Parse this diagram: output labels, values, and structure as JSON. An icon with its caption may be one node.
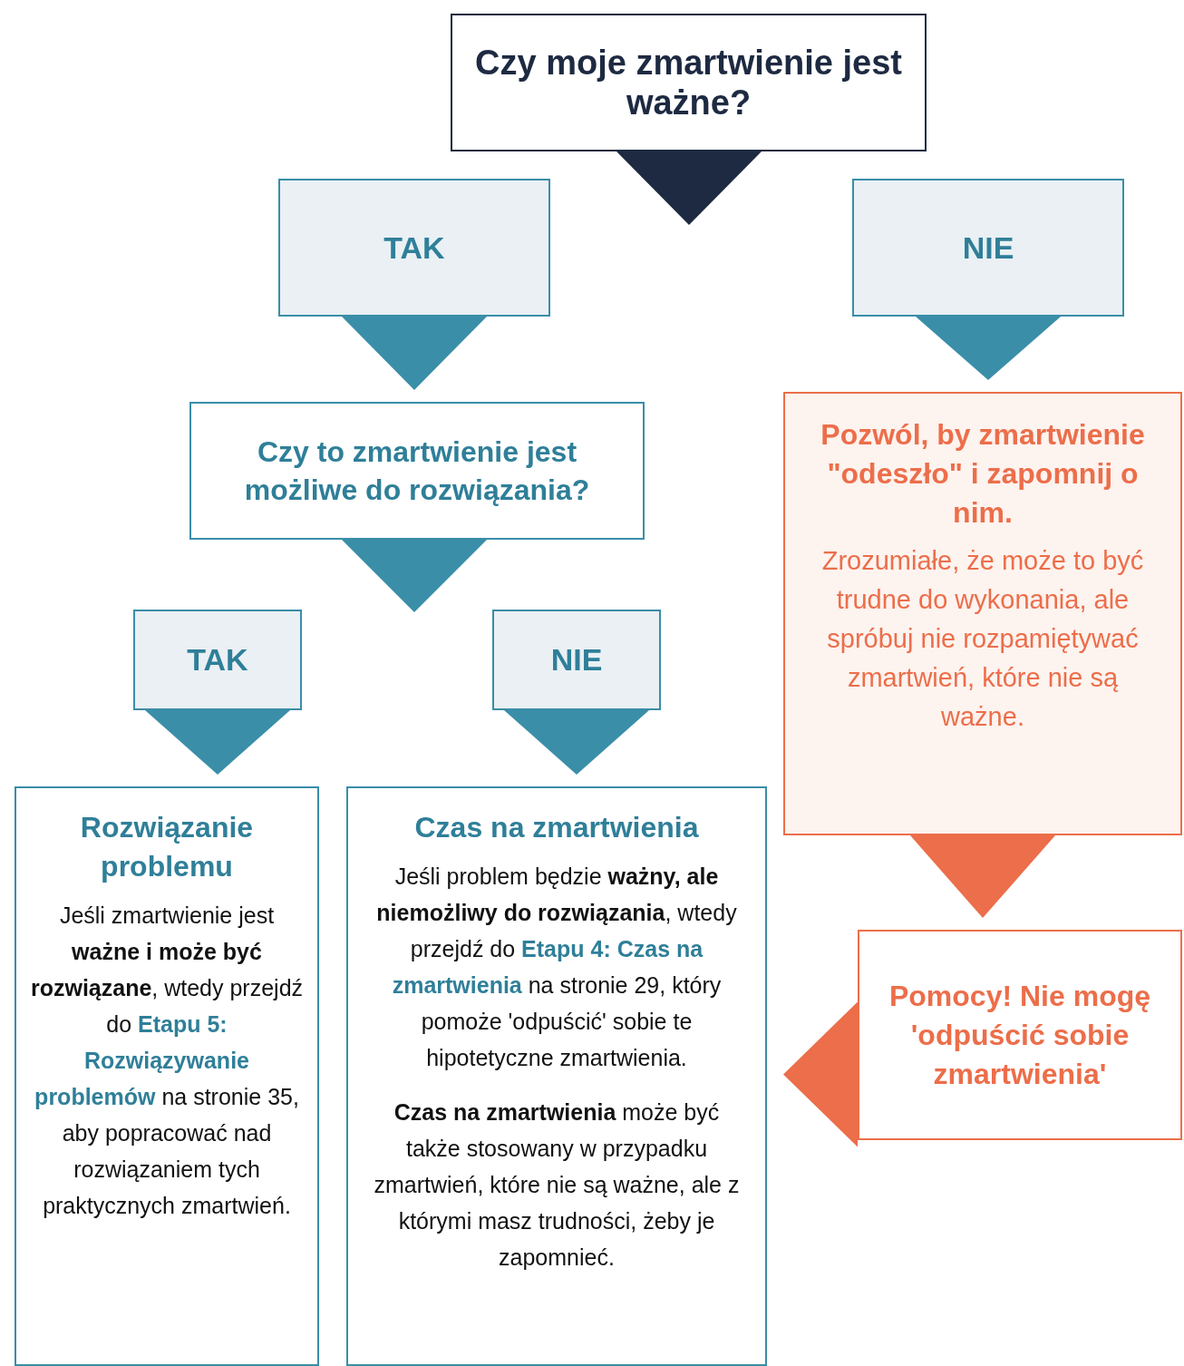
{
  "diagram": {
    "nodes": [
      {
        "text": [
          "Czy moje zmartwienie jest ważne?"
        ]
      },
      {
        "text": [
          "TAK"
        ]
      },
      {
        "text": [
          "NIE"
        ]
      },
      {
        "text": [
          "Czy to zmartwienie jest możliwe do rozwiązania?"
        ]
      },
      {
        "text": [
          "Pozwól, by zmartwienie \"odeszło\" i zapomnij o nim.",
          "Zrozumiałe, że może to być trudne do wykonania, ale spróbuj nie rozpamiętywać zmartwień, które nie są ważne."
        ]
      },
      {
        "text": [
          "TAK"
        ]
      },
      {
        "text": [
          "NIE"
        ]
      },
      {
        "text": [
          "Rozwiązanie problemu",
          "Jeśli zmartwienie jest **ważne i może być rozwiązane**, wtedy przejdź do **Etapu 5: Rozwiązywanie problemów** na stronie 35, aby popracować nad rozwiązaniem tych praktycznych zmartwień."
        ]
      },
      {
        "text": [
          "Czas na zmartwienia",
          "Jeśli problem będzie **ważny, ale niemożliwy do rozwiązania**, wtedy przejdź do **Etapu 4: Czas na zmartwienia** na stronie 29, który pomoże 'odpuścić' sobie te hipotetyczne zmartwienia.",
          "**Czas na zmartwienia** może być także stosowany w przypadku zmartwień, które nie są ważne, ale z którymi masz trudności, żeby je zapomnieć."
        ]
      },
      {
        "text": [
          "Pomocy! Nie mogę 'odpuścić sobie zmartwienia'"
        ]
      }
    ],
    "edges": [
      {
        "from": 0,
        "to": null,
        "arrow": "to",
        "color": "#1e2a42"
      },
      {
        "from": 1,
        "to": 3,
        "arrow": "to"
      },
      {
        "from": 2,
        "to": 4,
        "arrow": "to"
      },
      {
        "from": 3,
        "to": null,
        "arrow": "to"
      },
      {
        "from": 5,
        "to": 7,
        "arrow": "to"
      },
      {
        "from": 6,
        "to": 8,
        "arrow": "to"
      },
      {
        "from": 4,
        "to": 9,
        "arrow": "to",
        "color": "#ec6e4a"
      },
      {
        "from": 9,
        "to": 8,
        "arrow": "to",
        "color": "#ec6e4a"
      }
    ]
  }
}
